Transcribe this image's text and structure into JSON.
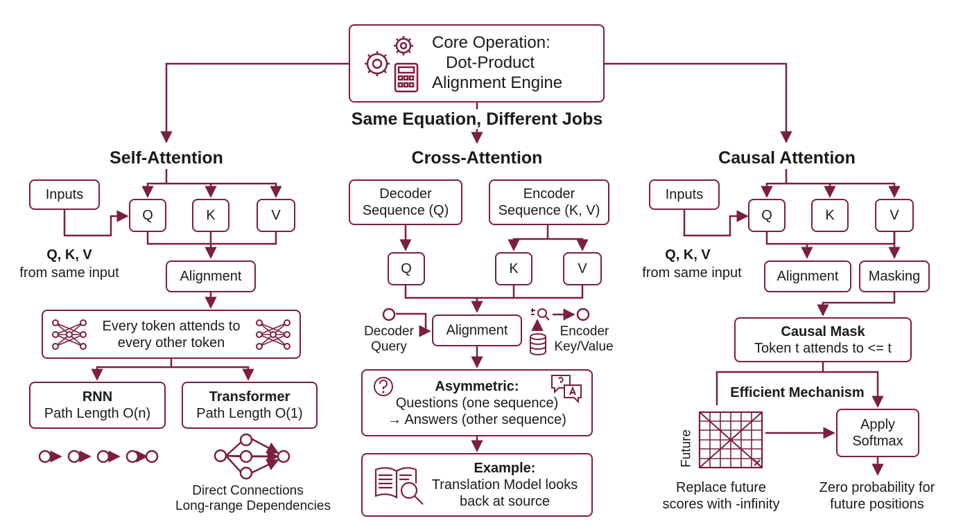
{
  "core": {
    "line1": "Core Operation:",
    "line2": "Dot-Product",
    "line3": "Alignment Engine"
  },
  "subtitle": "Same Equation, Different Jobs",
  "self": {
    "title": "Self-Attention",
    "inputs": "Inputs",
    "q": "Q",
    "k": "K",
    "v": "V",
    "qkv_bold": "Q, K, V",
    "qkv_text": "from same input",
    "alignment": "Alignment",
    "every1": "Every token attends to",
    "every2": "every other token",
    "rnn_title": "RNN",
    "rnn_path": "Path Length O(n)",
    "tr_title": "Transformer",
    "tr_path": "Path Length O(1)",
    "direct1": "Direct Connections",
    "direct2": "Long-range Dependencies"
  },
  "cross": {
    "title": "Cross-Attention",
    "dec1": "Decoder",
    "dec2": "Sequence (Q)",
    "enc1": "Encoder",
    "enc2": "Sequence (K, V)",
    "q": "Q",
    "k": "K",
    "v": "V",
    "dq1": "Decoder",
    "dq2": "Query",
    "alignment": "Alignment",
    "ekv1": "Encoder",
    "ekv2": "Key/Value",
    "asym_title": "Asymmetric:",
    "asym1": "Questions (one sequence)",
    "asym2": "→ Answers (other sequence)",
    "ex_title": "Example:",
    "ex1": "Translation Model looks",
    "ex2": "back at source"
  },
  "causal": {
    "title": "Causal Attention",
    "inputs": "Inputs",
    "q": "Q",
    "k": "K",
    "v": "V",
    "qkv_bold": "Q, K, V",
    "qkv_text": "from same input",
    "alignment": "Alignment",
    "masking": "Masking",
    "mask_title": "Causal Mask",
    "mask_text": "Token t attends to <= t",
    "efficient": "Efficient Mechanism",
    "future": "Future",
    "softmax1": "Apply",
    "softmax2": "Softmax",
    "replace1": "Replace future",
    "replace2": "scores with -infinity",
    "zero1": "Zero probability for",
    "zero2": "future positions"
  },
  "colors": {
    "accent": "#7a1f3d",
    "text": "#1a1a1a",
    "background": "#ffffff"
  },
  "icons": [
    "gears-icon",
    "calculator-icon",
    "network-icon",
    "question-icon",
    "qa-bubble-icon",
    "search-icon",
    "database-icon",
    "book-magnifier-icon",
    "mask-grid-icon"
  ]
}
